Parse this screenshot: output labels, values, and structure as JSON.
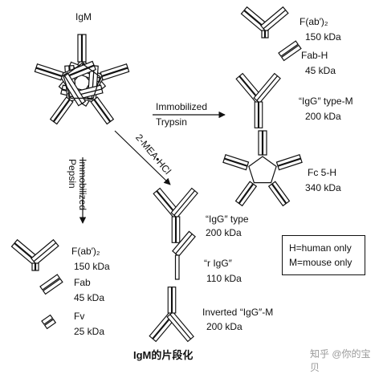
{
  "title": "IgM的片段化",
  "watermark": "知乎 @你的宝贝",
  "structures": {
    "igm": "IgM",
    "fab2_top": {
      "name": "F(ab′)₂",
      "mass": "150 kDa"
    },
    "fab_h": {
      "name": "Fab-H",
      "mass": "45 kDa"
    },
    "igg_type_m": {
      "name": "“IgG″ type-M",
      "mass": "200 kDa"
    },
    "fc5h": {
      "name": "Fc 5-H",
      "mass": "340 kDa"
    },
    "igg_type": {
      "name": "“IgG″ type",
      "mass": "200 kDa"
    },
    "r_igg": {
      "name": "“r IgG″",
      "mass": "110 kDa"
    },
    "inverted_igg_m": {
      "name": "Inverted “IgG″-M",
      "mass": "200 kDa"
    },
    "fab2_left": {
      "name": "F(ab′)₂",
      "mass": "150 kDa"
    },
    "fab": {
      "name": "Fab",
      "mass": "45 kDa"
    },
    "fv": {
      "name": "Fv",
      "mass": "25 kDa"
    }
  },
  "reactions": {
    "trypsin_line1": "Immobilized",
    "trypsin_line2": "Trypsin",
    "mea": "2-MEA•HCl",
    "pepsin_line1": "Immobilized",
    "pepsin_line2": "Pepsin"
  },
  "legend": {
    "human": "H=human only",
    "mouse": "M=mouse only"
  }
}
